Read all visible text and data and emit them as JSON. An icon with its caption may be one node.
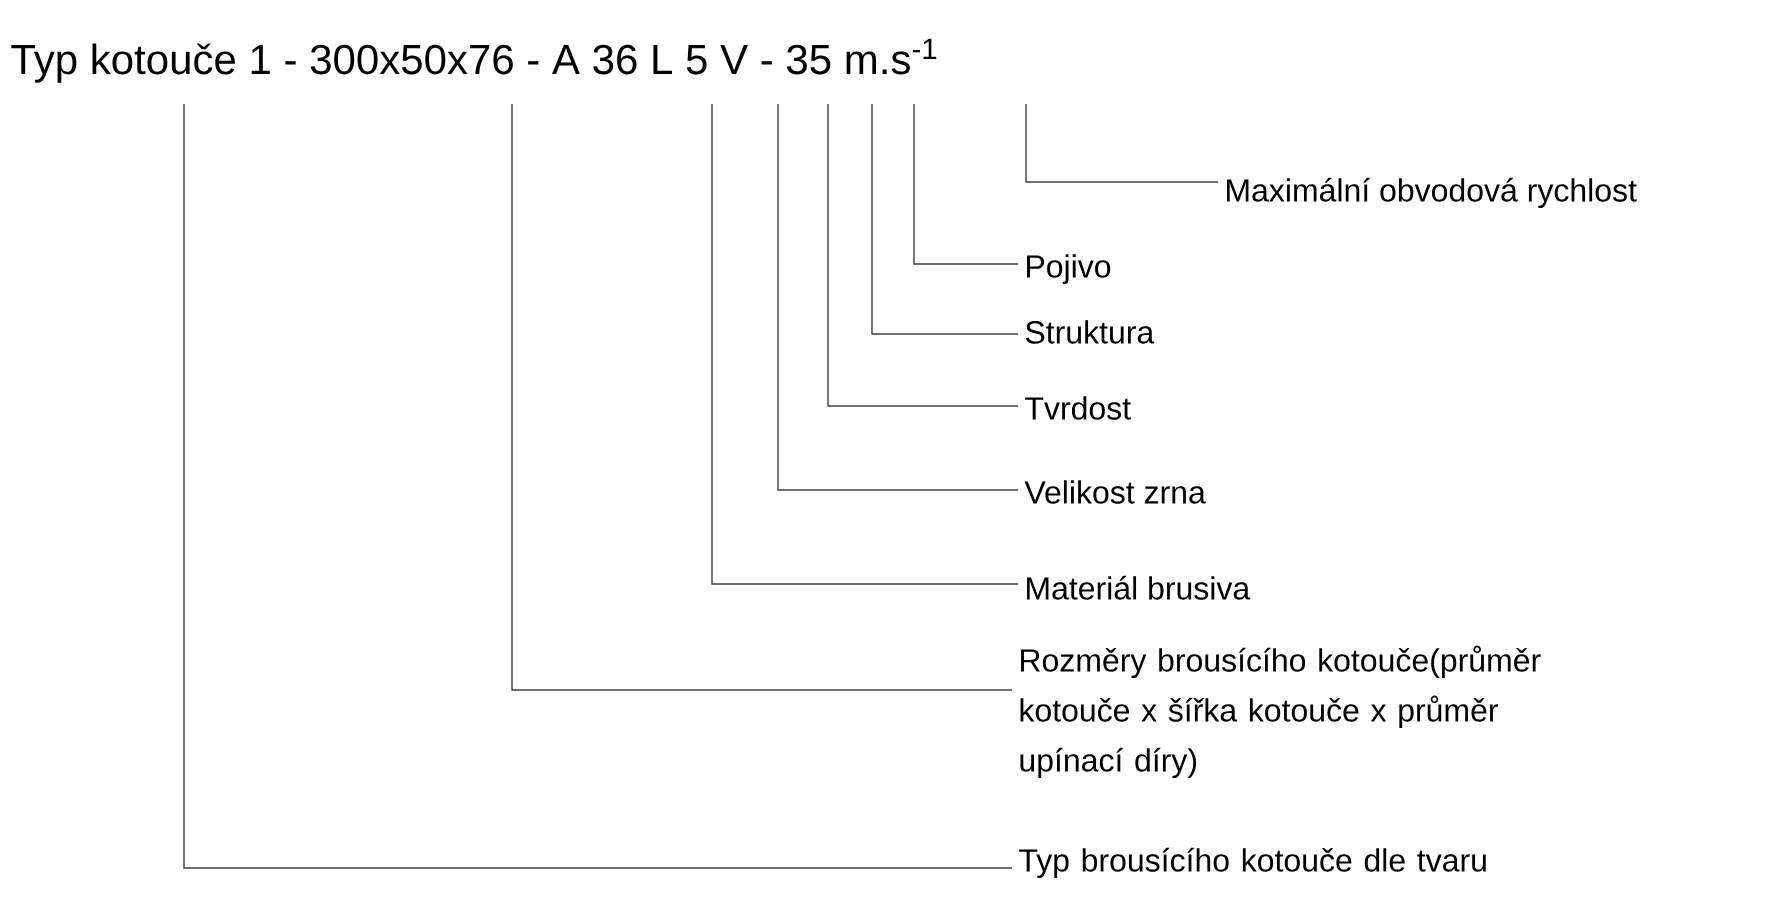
{
  "diagram": {
    "title": "Typ kotouče 1 - 300x50x76 - A 36 L 5 V - 35 m.s$^{-1}$",
    "nodes": [
      {
        "text": [
          "Maximální obvodová rychlost"
        ]
      },
      {
        "text": [
          "Pojivo"
        ]
      },
      {
        "text": [
          "Struktura"
        ]
      },
      {
        "text": [
          "Tvrdost"
        ]
      },
      {
        "text": [
          "Velikost zrna"
        ]
      },
      {
        "text": [
          "Materiál brusiva"
        ]
      },
      {
        "text": [
          "Rozměry brousícího kotouče(průměr kotouče x šířka kotouče x průměr upínací díry)"
        ]
      },
      {
        "text": [
          "Typ brousícího kotouče dle tvaru"
        ]
      }
    ],
    "edges": [
      {
        "from": 0,
        "to": null,
        "arrow": "none"
      },
      {
        "from": 1,
        "to": null,
        "arrow": "none"
      },
      {
        "from": 2,
        "to": null,
        "arrow": "none"
      },
      {
        "from": 3,
        "to": null,
        "arrow": "none"
      },
      {
        "from": 4,
        "to": null,
        "arrow": "none"
      },
      {
        "from": 5,
        "to": null,
        "arrow": "none"
      },
      {
        "from": 6,
        "to": null,
        "arrow": "none"
      },
      {
        "from": 7,
        "to": null,
        "arrow": "none"
      }
    ]
  }
}
